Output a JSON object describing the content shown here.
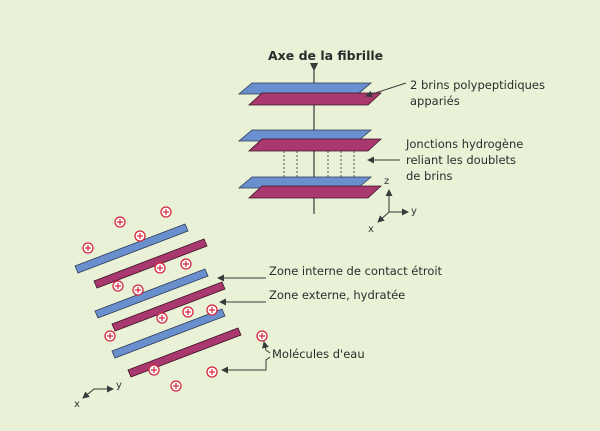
{
  "labels": {
    "fibril_axis": "Axe de la fibrille",
    "paired_strands": [
      "2 brins polypeptidiques",
      "appariés"
    ],
    "hydrogen_bonds": [
      "Jonctions hydrogène",
      "reliant les doublets",
      "de brins"
    ],
    "inner_zone": "Zone interne de contact étroit",
    "outer_zone": "Zone externe, hydratée",
    "water": "Molécules d'eau"
  },
  "axes_top": {
    "z": "z",
    "y": "y",
    "x": "x"
  },
  "axes_bottom": {
    "y": "y",
    "x": "x"
  },
  "colors": {
    "background": "#e9f2d7",
    "blue_strand": "#6a8fce",
    "purple_strand": "#a8386e",
    "water": "#d7263d",
    "line": "#3a3a3a"
  }
}
